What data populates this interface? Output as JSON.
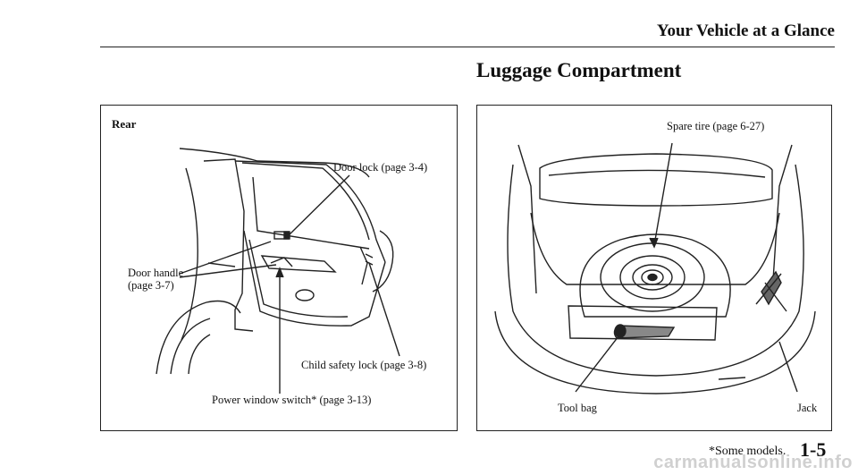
{
  "header": {
    "title": "Your Vehicle at a Glance"
  },
  "section": {
    "title": "Luggage Compartment"
  },
  "left_panel": {
    "heading": "Rear",
    "labels": {
      "door_lock": "Door lock (page 3-4)",
      "door_handle_line1": "Door handle",
      "door_handle_line2": "(page 3-7)",
      "child_safety_lock": "Child safety lock (page 3-8)",
      "power_window_switch": "Power window switch* (page 3-13)"
    }
  },
  "right_panel": {
    "labels": {
      "spare_tire": "Spare tire (page 6-27)",
      "tool_bag": "Tool bag",
      "jack": "Jack"
    }
  },
  "footer": {
    "note": "*Some models.",
    "page_number": "1-5"
  },
  "watermark": "carmanualsonline.info"
}
